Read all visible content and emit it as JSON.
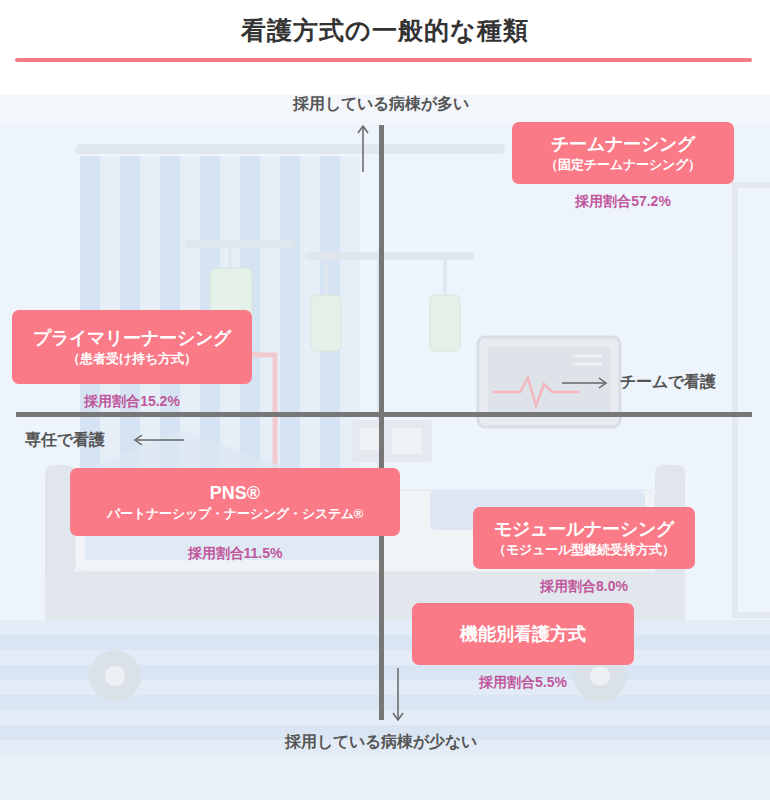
{
  "diagram": {
    "title": "看護方式の一般的な種類",
    "nodes": [
      {
        "text": [
          "チームナーシング",
          "（固定チームナーシング）",
          "採用割合57.2%"
        ]
      },
      {
        "text": [
          "プライマリーナーシング",
          "（患者受け持ち方式）",
          "採用割合15.2%"
        ]
      },
      {
        "text": [
          "PNS®",
          "パートナーシップ・ナーシング・システム®",
          "採用割合11.5%"
        ]
      },
      {
        "text": [
          "モジュールナーシング",
          "（モジュール型継続受持方式）",
          "採用割合8.0%"
        ]
      },
      {
        "text": [
          "機能別看護方式",
          "採用割合5.5%"
        ]
      }
    ],
    "labels": [
      "採用している病棟が多い",
      "チームで看護",
      "専任で看護",
      "採用している病棟が少ない"
    ]
  }
}
